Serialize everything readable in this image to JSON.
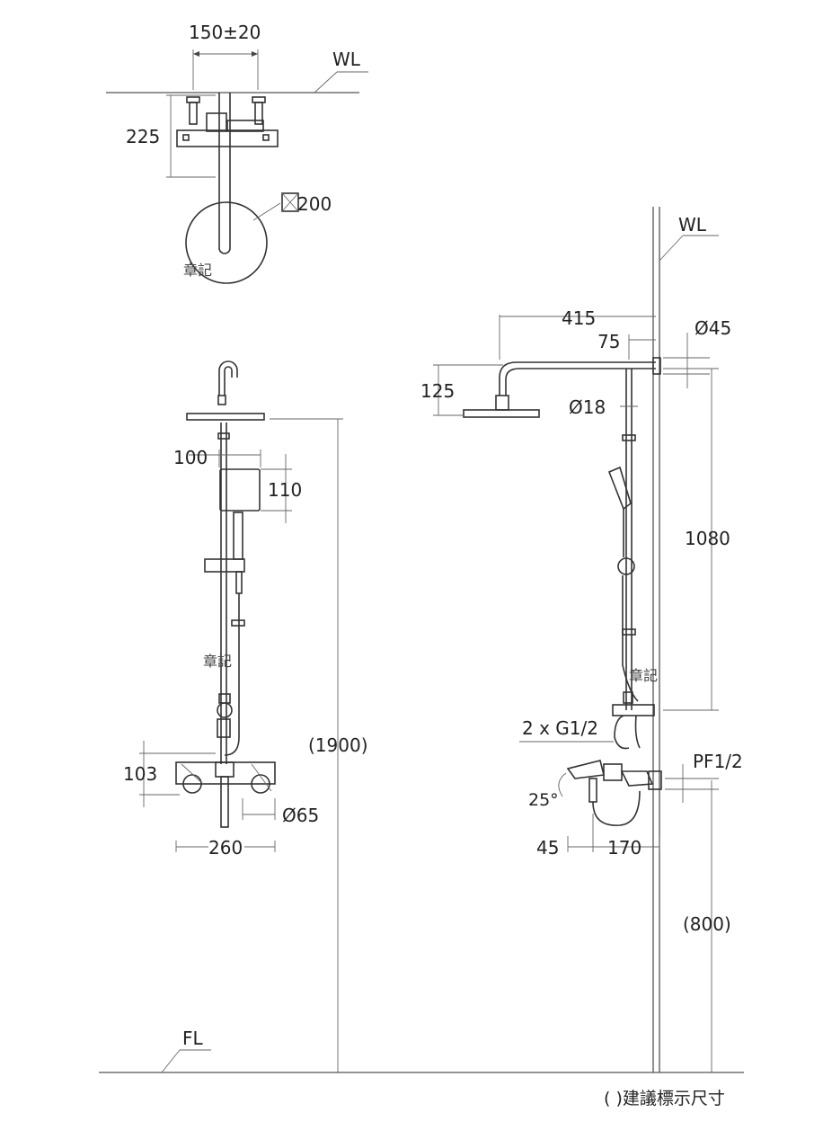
{
  "colors": {
    "line": "#333333",
    "text": "#222222",
    "background": "#ffffff"
  },
  "top_view": {
    "width_dim": "150±20",
    "wall_label": "WL",
    "depth_dim": "225",
    "head_dim": "200",
    "watermark": "章記"
  },
  "front_view": {
    "handset_width_dim": "100",
    "handset_height_dim": "110",
    "watermark": "章記",
    "height_dim": "(1900)",
    "mixer_height_dim": "103",
    "outlet_dim": "Ø65",
    "mixer_width_dim": "260"
  },
  "side_view": {
    "wall_label": "WL",
    "arm_length_dim": "415",
    "arm_offset_dim": "75",
    "flange_dim": "Ø45",
    "head_drop_dim": "125",
    "pipe_dim": "Ø18",
    "riser_height_dim": "1080",
    "watermark": "章記",
    "inlet_dim": "2 x G1/2",
    "connector_dim": "PF1/2",
    "angle_dim": "25°",
    "spout_offset_dim": "45",
    "spout_length_dim": "170",
    "mount_height_dim": "(800)"
  },
  "floor_label": "FL",
  "note": "( )建議標示尺寸"
}
